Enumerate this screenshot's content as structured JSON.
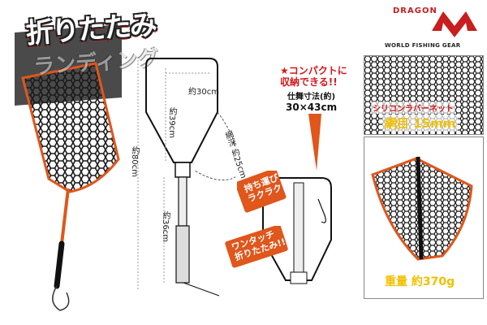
{
  "banner": {
    "line1": "折りたたみ",
    "line2": "ランディング"
  },
  "brand": {
    "word": "DRAGON",
    "sub": "WORLD FISHING GEAR",
    "logo_color": "#c81e1e"
  },
  "dimensions": {
    "total": "約80cm",
    "width": "約30cm",
    "head": "約39cm",
    "depth": "網深 約25cm",
    "handle": "約36cm"
  },
  "compact": {
    "line1": "★コンパクトに",
    "line2": "収納できる!!",
    "sub1": "仕舞寸法(約)",
    "sub2": "30×43cm"
  },
  "tags": {
    "carry": [
      "持ち運び",
      "ラクラク!"
    ],
    "onetouch": [
      "ワンタッチ",
      "折りたたみ!!"
    ]
  },
  "mesh": {
    "line1": "シリコンラバーネット",
    "line2": "網目 15mm"
  },
  "weight": "重量 約370g",
  "colors": {
    "accent": "#d4171a",
    "frame": "#e0561b",
    "mesh_label": "#f0c000"
  }
}
